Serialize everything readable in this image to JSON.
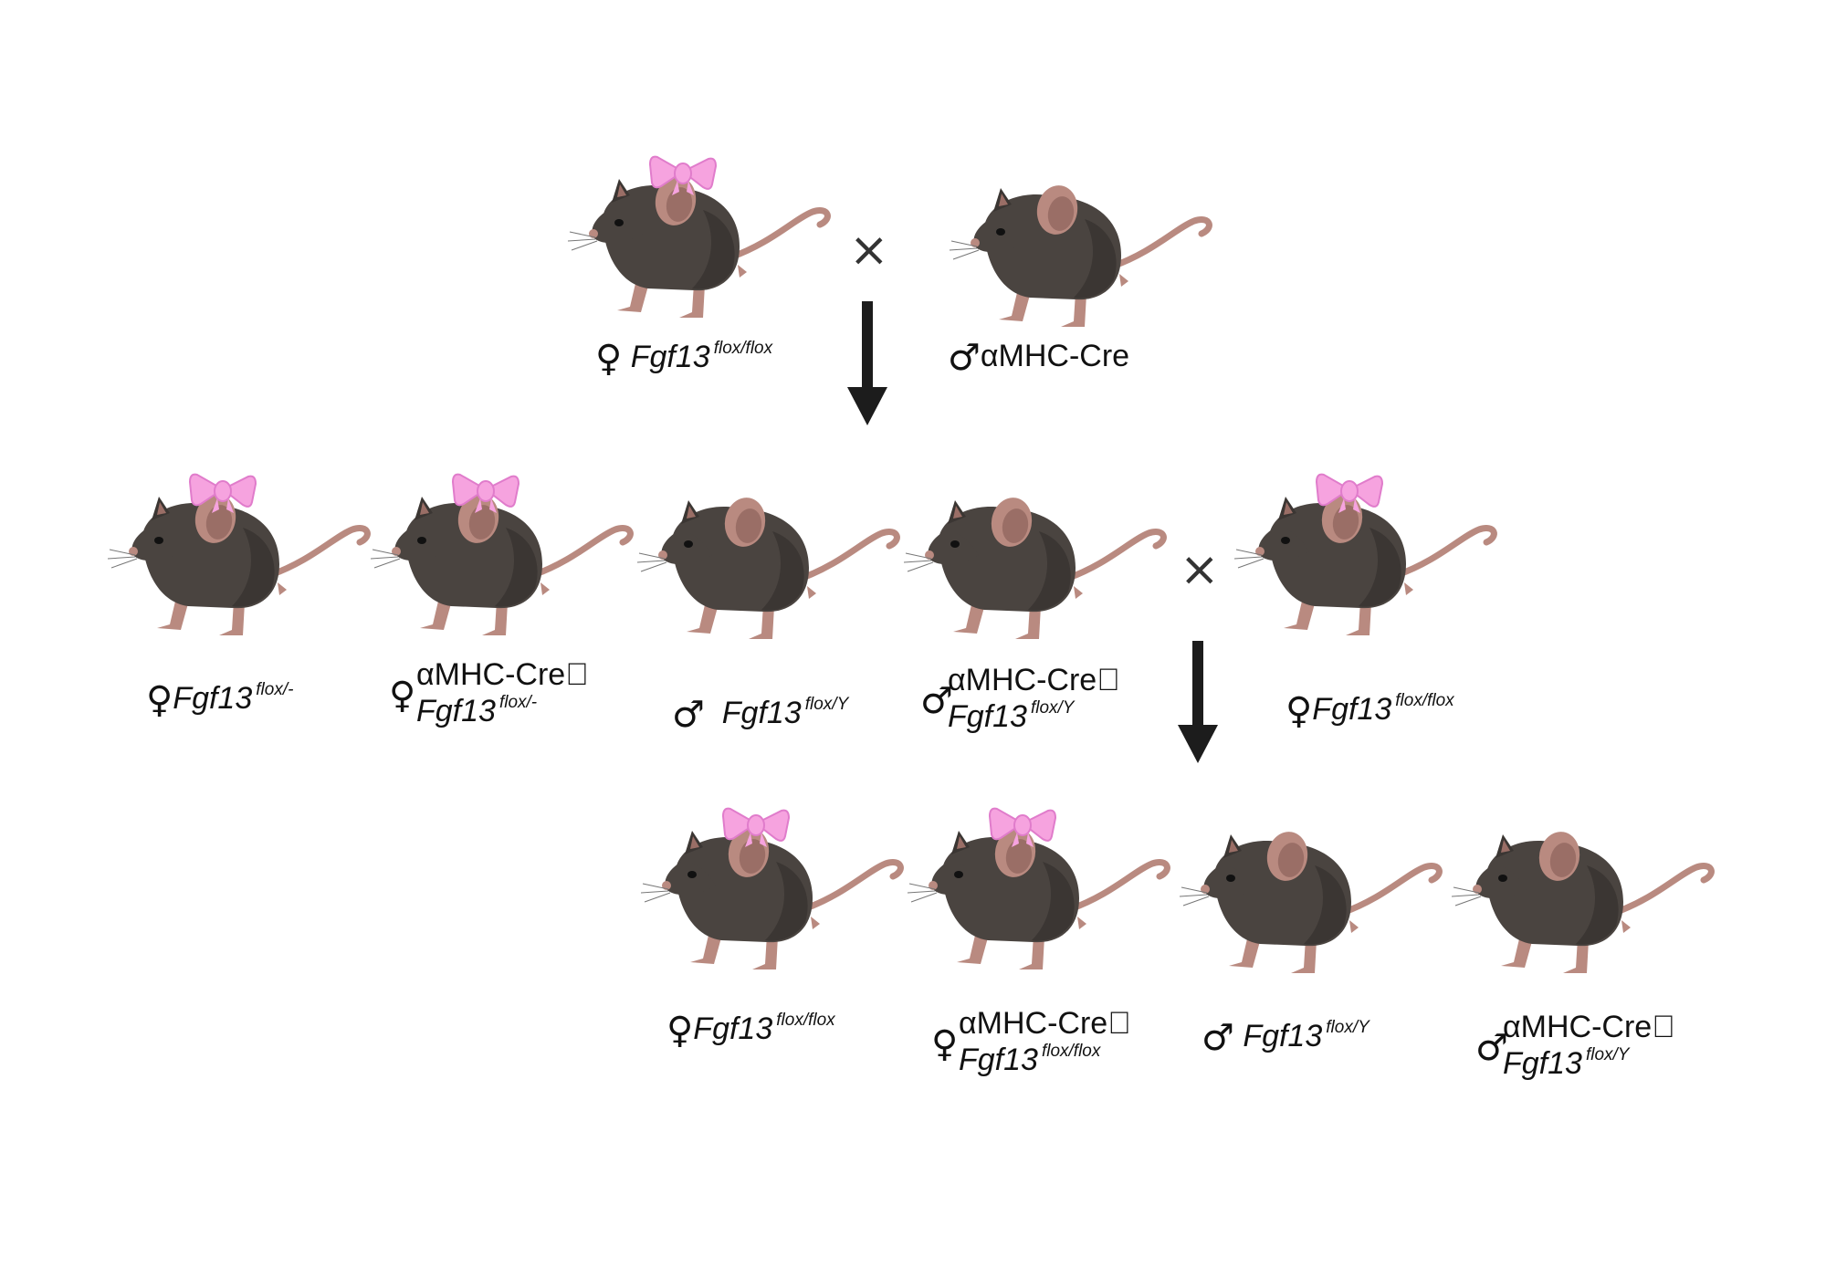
{
  "symbols": {
    "female": "♀",
    "male": "♂",
    "cross": "×"
  },
  "colors": {
    "fur": "#4a4440",
    "fur_shadow": "#3b3633",
    "skin": "#b98a80",
    "skin_dark": "#9a6e66",
    "bow": "#f6a3df",
    "bow_edge": "#e07ccb",
    "arrow": "#1c1c1c"
  },
  "generation1": {
    "female": {
      "sex": "♀",
      "gene": "Fgf13",
      "allele": "flox/flox"
    },
    "male": {
      "sex": "♂",
      "text": "αMHC-Cre"
    }
  },
  "generation2": [
    {
      "sex": "♀",
      "gene": "Fgf13",
      "allele": "flox/-"
    },
    {
      "sex": "♀",
      "cre": "αMHC-Cre\u0000",
      "gene": "Fgf13",
      "allele": "flox/-"
    },
    {
      "sex": "♂",
      "gene": "Fgf13",
      "allele": "flox/Y"
    },
    {
      "sex": "♂",
      "cre": "αMHC-Cre\u0000",
      "gene": "Fgf13",
      "allele": "flox/Y"
    },
    {
      "sex": "♀",
      "gene": "Fgf13",
      "allele": "flox/flox"
    }
  ],
  "generation3": [
    {
      "sex": "♀",
      "gene": "Fgf13",
      "allele": "flox/flox"
    },
    {
      "sex": "♀",
      "cre": "αMHC-Cre\u0000",
      "gene": "Fgf13",
      "allele": "flox/flox"
    },
    {
      "sex": "♂",
      "gene": "Fgf13",
      "allele": "flox/Y"
    },
    {
      "sex": "♂",
      "cre": "αMHC-Cre\u0000",
      "gene": "Fgf13",
      "allele": "flox/Y"
    }
  ]
}
